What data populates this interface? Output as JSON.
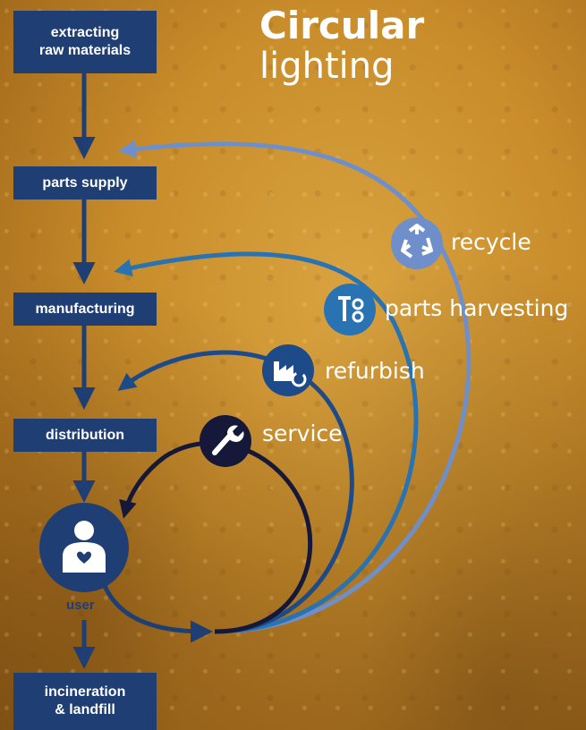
{
  "title": {
    "line1": "Circular",
    "line2": "lighting"
  },
  "chain": [
    {
      "label": "extracting\nraw materials"
    },
    {
      "label": "parts supply"
    },
    {
      "label": "manufacturing"
    },
    {
      "label": "distribution"
    },
    {
      "label": "incineration\n& landfill"
    }
  ],
  "user": {
    "label": "user",
    "icon": "user-heart-icon"
  },
  "loops": [
    {
      "label": "recycle",
      "icon": "recycle-icon",
      "color": "#6f8fcb"
    },
    {
      "label": "parts harvesting",
      "icon": "tools-icon",
      "color": "#2a73b2"
    },
    {
      "label": "refurbish",
      "icon": "factory-refresh-icon",
      "color": "#1d4b8a"
    },
    {
      "label": "service",
      "icon": "wrench-icon",
      "color": "#16183a"
    }
  ],
  "colors": {
    "box": "#1f3f74",
    "arrow": "#1f3f74",
    "text": "#ffffff"
  }
}
